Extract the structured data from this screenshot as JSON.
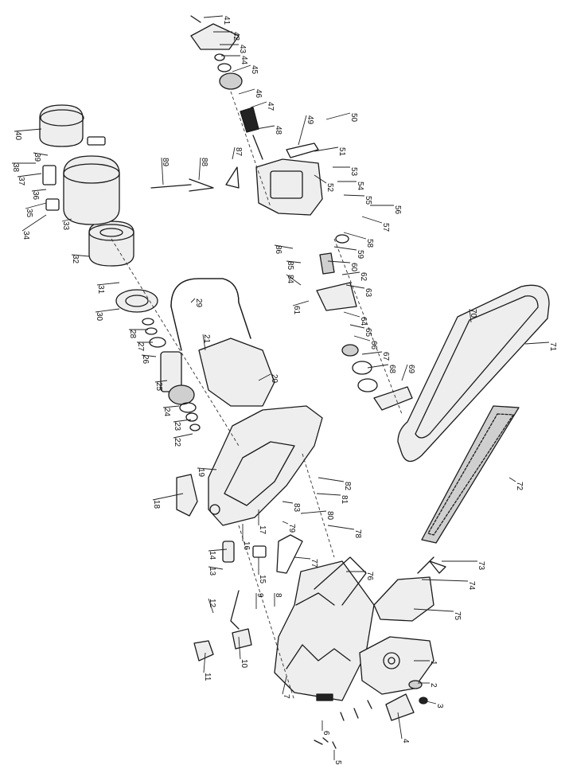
{
  "labels": {
    "l1": "1",
    "l2": "2",
    "l3": "3",
    "l4": "4",
    "l5": "5",
    "l6": "6",
    "l7": "7",
    "l8": "8",
    "l9": "9",
    "l10": "10",
    "l11": "11",
    "l12": "12",
    "l13": "13",
    "l14": "14",
    "l15": "15",
    "l16": "16",
    "l17": "17",
    "l18": "18",
    "l19": "19",
    "l20": "20",
    "l21": "21",
    "l22": "22",
    "l23": "23",
    "l24": "24",
    "l25": "25",
    "l26": "26",
    "l27": "27",
    "l28": "28",
    "l29": "29",
    "l30": "30",
    "l31": "31",
    "l32": "32",
    "l33": "33",
    "l34": "34",
    "l35": "35",
    "l36": "36",
    "l37": "37",
    "l38": "38",
    "l39": "39",
    "l40": "40",
    "l41": "41",
    "l42": "42",
    "l43": "43",
    "l44": "44",
    "l45": "45",
    "l46": "46",
    "l47": "47",
    "l48": "48",
    "l49": "49",
    "l50": "50",
    "l51": "51",
    "l52": "52",
    "l53": "53",
    "l54": "54",
    "l55": "55",
    "l56": "56",
    "l57": "57",
    "l58": "58",
    "l59": "59",
    "l60": "60",
    "l61": "61",
    "l62": "62",
    "l63": "63",
    "l64": "64",
    "l65": "65",
    "l66": "66",
    "l67": "67",
    "l68": "68",
    "l69": "69",
    "l70": "70",
    "l71": "71",
    "l72": "72",
    "l73": "73",
    "l74": "74",
    "l75": "75",
    "l76": "76",
    "l77": "77",
    "l78": "78",
    "l79": "79",
    "l80": "80",
    "l81": "81",
    "l82": "82",
    "l83": "83",
    "l84": "84",
    "l85": "85",
    "l86": "86",
    "l87": "87",
    "l88": "88",
    "l89": "89"
  }
}
